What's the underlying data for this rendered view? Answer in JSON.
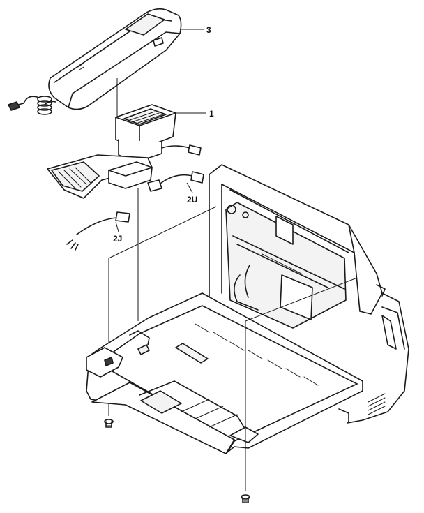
{
  "labels": {
    "part_3": "3",
    "part_1": "1",
    "part_2u": "2U",
    "part_2j": "2J"
  }
}
